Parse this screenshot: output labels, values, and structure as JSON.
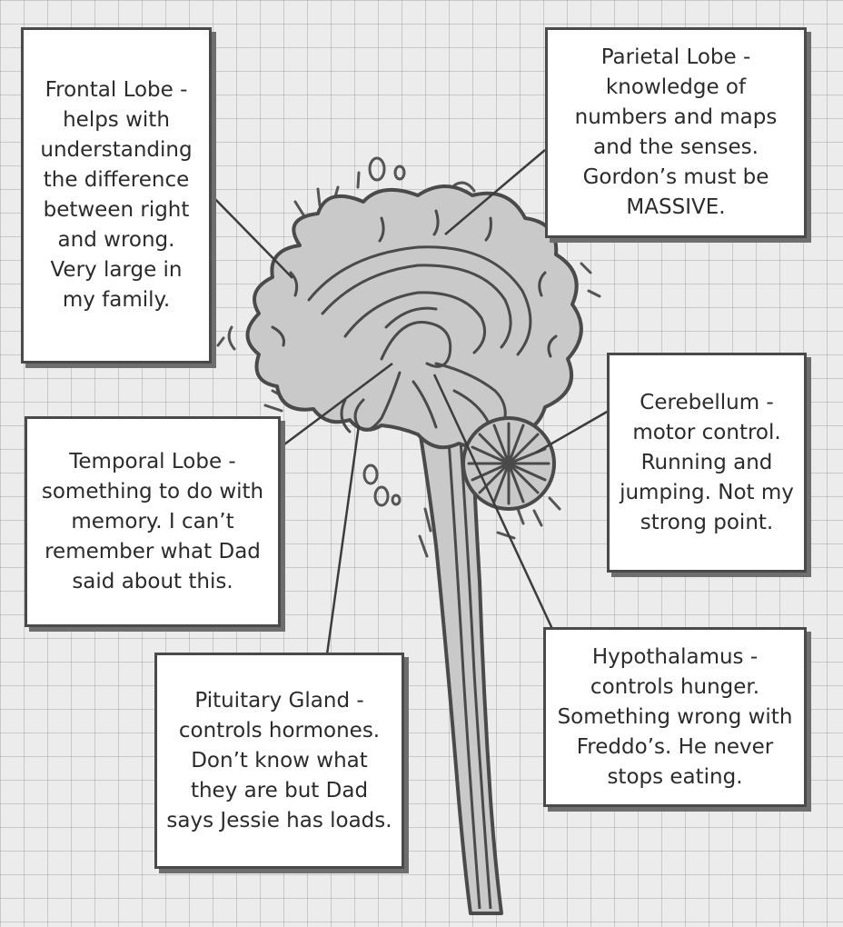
{
  "notes": {
    "frontal": "Frontal Lobe - helps with understanding the difference between right and wrong. Very large in my family.",
    "parietal": "Parietal Lobe - knowledge of numbers and maps and the senses. Gordon’s must be MASSIVE.",
    "temporal": "Temporal Lobe - something to do with memory. I can’t remember what Dad said about this.",
    "cerebellum": "Cerebellum - motor control. Running and jumping. Not my strong point.",
    "hypothalamus": "Hypothalamus - controls hunger. Something wrong with Freddo’s. He never stops eating.",
    "pituitary": "Pituitary Gland - controls hormones. Don’t know what they are but Dad says Jessie has loads."
  },
  "colors": {
    "grid_background": "#ececec",
    "brain_fill": "#c9c9c9",
    "outline": "#4a4a4a",
    "note_background": "#ffffff"
  }
}
